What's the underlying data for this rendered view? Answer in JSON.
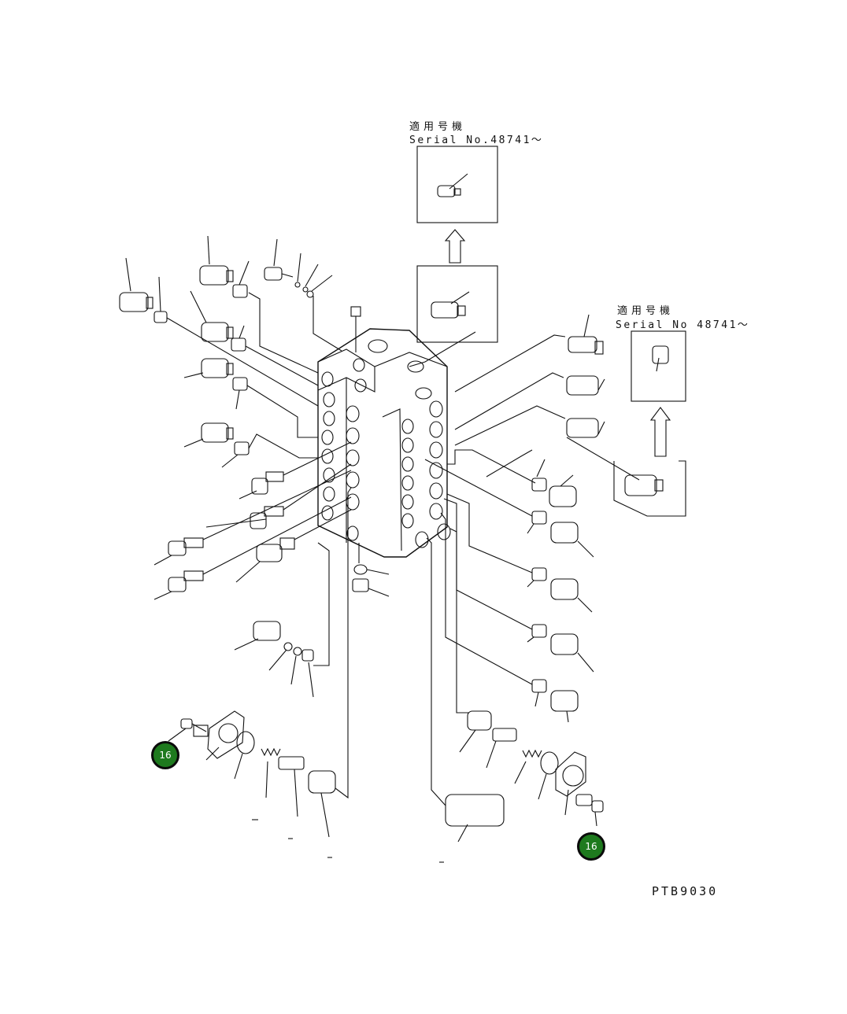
{
  "insets": {
    "top": {
      "label_jp": "適用号機",
      "serial": "Serial No.48741～"
    },
    "right": {
      "label_jp": "適用号機",
      "serial": "Serial No 48741～"
    }
  },
  "drawing_code": "PTB9030",
  "callouts": [
    {
      "id": "callout-left",
      "number": "16"
    },
    {
      "id": "callout-right",
      "number": "16"
    }
  ],
  "colors": {
    "line": "#111111",
    "callout_fill": "#1e7a1e",
    "callout_border": "#0b0b0b"
  }
}
